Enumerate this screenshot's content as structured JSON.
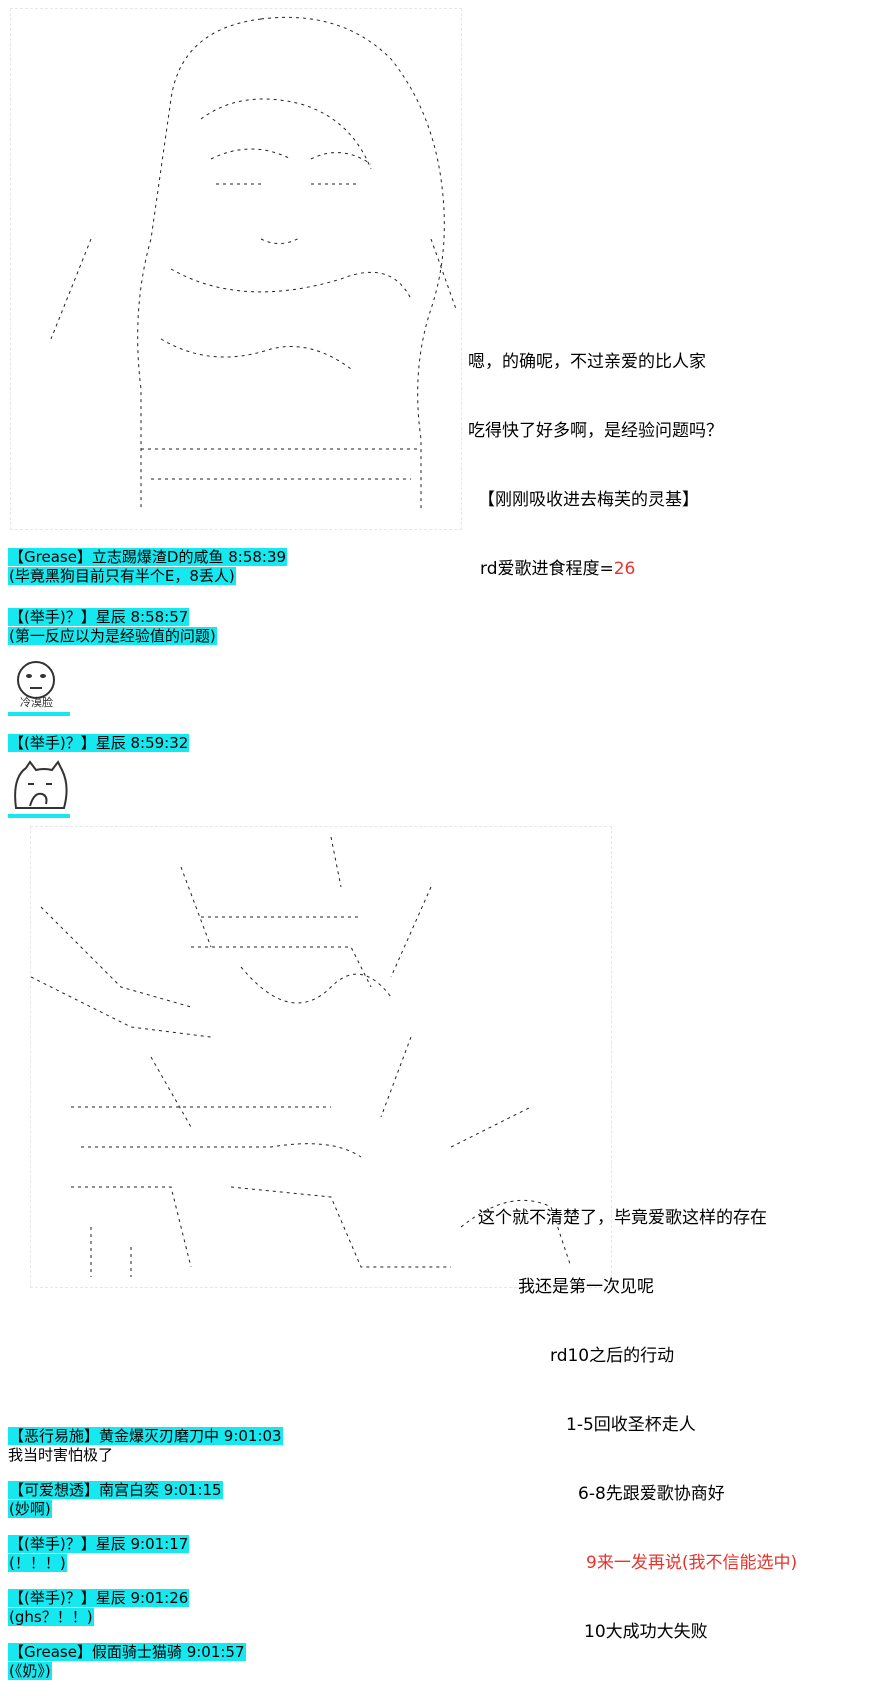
{
  "panel1": {
    "lines": [
      {
        "text": "嗯，的确呢，不过亲爱的比人家"
      },
      {
        "text": "吃得快了好多啊，是经验问题吗？"
      },
      {
        "text": "【刚刚吸收进去梅芙的灵基】"
      },
      {
        "prefix": "rd爱歌进食程度=",
        "value": "26"
      }
    ]
  },
  "chat1": [
    {
      "head": "【Grease】立志踢爆渣D的咸鱼 8:58:39",
      "body": "(毕竟黑狗目前只有半个E，8丢人)"
    },
    {
      "head": "【(举手)？】星辰 8:58:57",
      "body": "(第一反应以为是经验值的问题)"
    }
  ],
  "sticker1": {
    "icon": "cold-face-sticker-icon",
    "caption": "冷漠脸"
  },
  "chat2": [
    {
      "head": "【(举手)？】星辰 8:59:32"
    }
  ],
  "sticker2": {
    "icon": "cat-cover-mouth-sticker-icon"
  },
  "panel2": {
    "lines": [
      {
        "text": "这个就不清楚了，毕竟爱歌这样的存在"
      },
      {
        "text": "我还是第一次见呢"
      },
      {
        "text": "rd10之后的行动"
      },
      {
        "text": "1-5回收圣杯走人"
      },
      {
        "text": "6-8先跟爱歌协商好"
      },
      {
        "text": "9来一发再说(我不信能选中)",
        "red": true
      },
      {
        "text": "10大成功大失败"
      }
    ]
  },
  "chat3": [
    {
      "head": "【恶行易施】黄金爆灭刃磨刀中 9:01:03",
      "body": "我当时害怕极了"
    },
    {
      "head": "【可爱想透】南宫白奕 9:01:15",
      "body": "(妙啊)"
    },
    {
      "head": "【(举手)？】星辰 9:01:17",
      "body": "(！！！)"
    },
    {
      "head": "【(举手)？】星辰 9:01:26",
      "body": "(ghs？！！)"
    },
    {
      "head": "【Grease】假面骑士猫骑 9:01:57",
      "body": "(《奶》)"
    }
  ],
  "colors": {
    "highlight": "#16e8f0",
    "red": "#e8342c"
  }
}
